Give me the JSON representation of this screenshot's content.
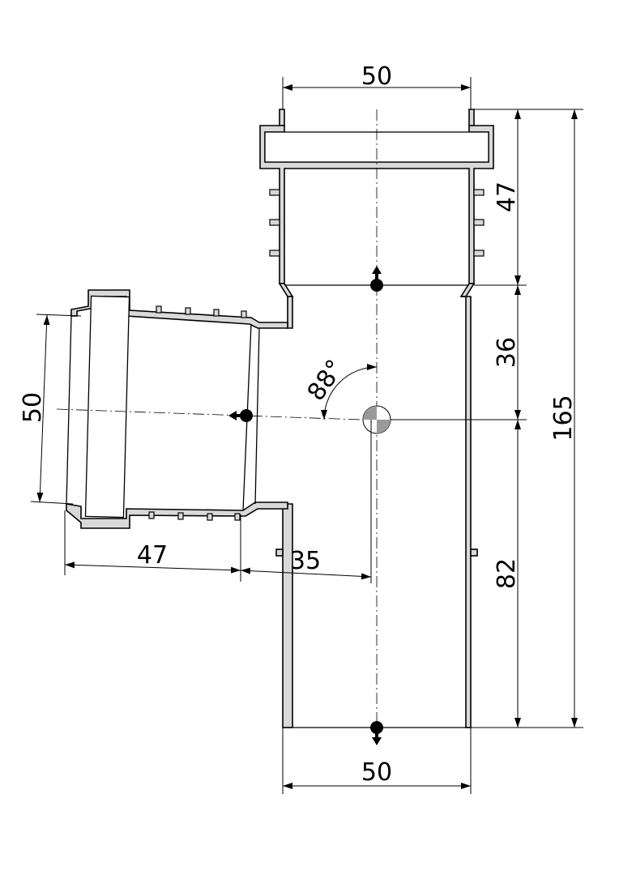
{
  "dimensions": {
    "top_width": "50",
    "bottom_width": "50",
    "branch_diameter": "50",
    "socket_depth_top": "47",
    "socket_to_axis": "36",
    "axis_to_bottom": "82",
    "total_height": "165",
    "branch_socket_depth": "47",
    "branch_offset": "35",
    "angle": "88°"
  }
}
